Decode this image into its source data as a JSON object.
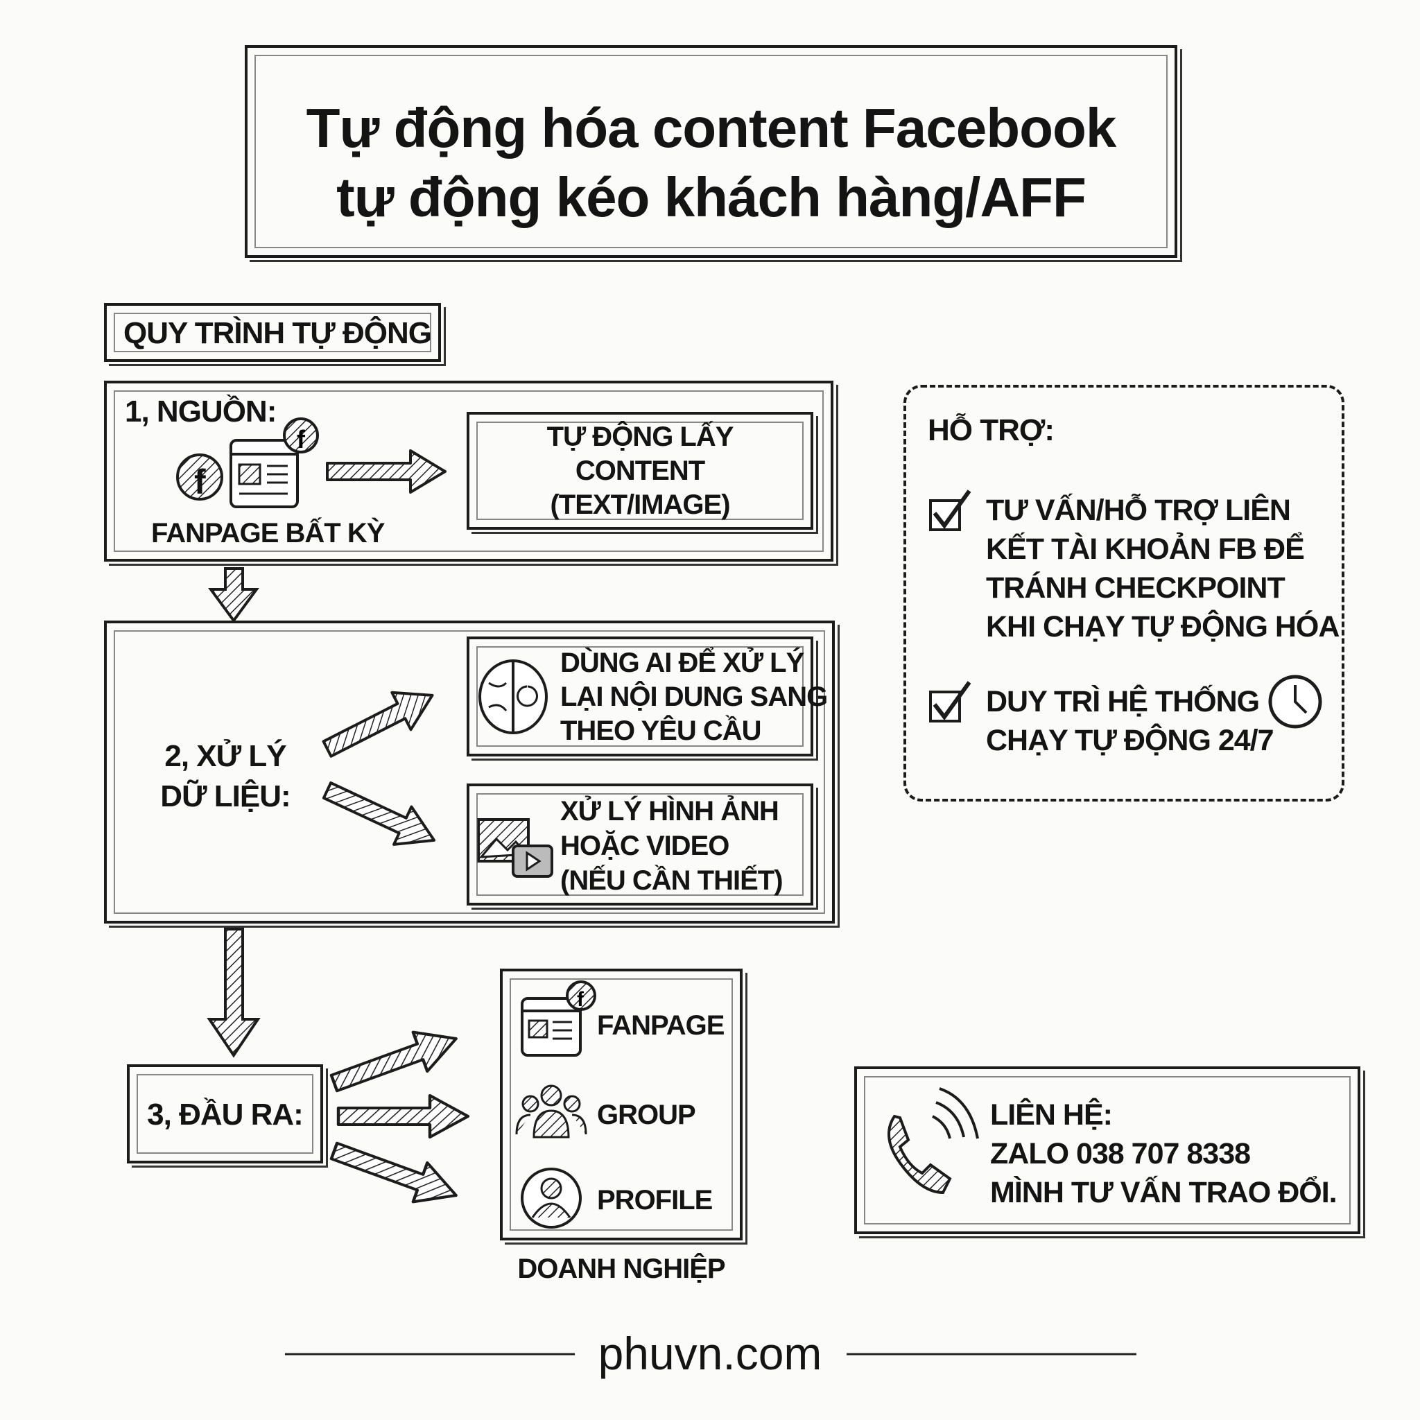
{
  "title": {
    "line1": "Tự động hóa content Facebook",
    "line2": "tự động kéo khách hàng/AFF"
  },
  "section_label": "QUY TRÌNH TỰ ĐỘNG",
  "step1": {
    "heading": "1, NGUỒN:",
    "source_label": "FANPAGE BẤT KỲ",
    "result": [
      "TỰ ĐỘNG LẤY",
      "CONTENT",
      "(TEXT/IMAGE)"
    ]
  },
  "step2": {
    "heading": [
      "2, XỬ LÝ",
      "DỮ LIỆU:"
    ],
    "ai": [
      "DÙNG AI ĐỂ XỬ LÝ",
      "LẠI NỘI DUNG SANG",
      "THEO YÊU CẦU"
    ],
    "media": [
      "XỬ LÝ HÌNH ẢNH",
      "HOẶC VIDEO",
      "(NẾU CẦN THIẾT)"
    ]
  },
  "step3": {
    "heading": "3, ĐẦU RA:",
    "outputs": [
      "FANPAGE",
      "GROUP",
      "PROFILE"
    ],
    "caption": "DOANH NGHIỆP"
  },
  "support": {
    "heading": "HỖ TRỢ:",
    "items": [
      [
        "TƯ VẤN/HỖ TRỢ LIÊN",
        "KẾT TÀI KHOẢN FB ĐỂ",
        "TRÁNH CHECKPOINT",
        "KHI CHẠY TỰ ĐỘNG HÓA"
      ],
      [
        "DUY TRÌ HỆ THỐNG",
        "CHẠY TỰ ĐỘNG 24/7"
      ]
    ]
  },
  "contact": {
    "lines": [
      "LIÊN HỆ:",
      "ZALO 038 707 8338",
      "MÌNH TƯ VẤN TRAO ĐỔI."
    ]
  },
  "footer": "phuvn.com"
}
